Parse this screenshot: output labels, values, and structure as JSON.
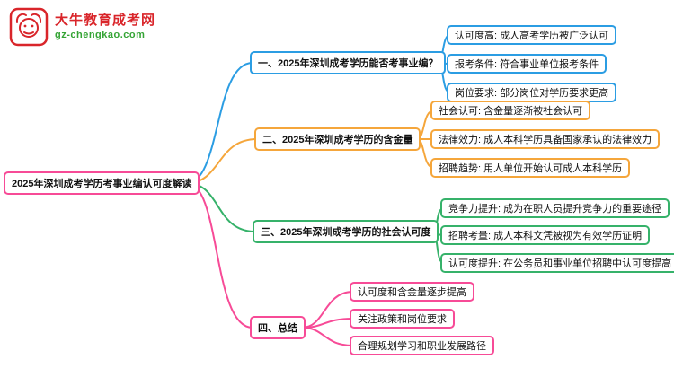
{
  "logo": {
    "title": "大牛教育成考网",
    "domain": "gz-chengkao.com",
    "brand_color": "#d9252a",
    "domain_color": "#35a435"
  },
  "central": {
    "text": "2025年深圳成考学历考事业编认可度解读",
    "color": "#f74b97"
  },
  "branches": [
    {
      "label": "一、2025年深圳成考学历能否考事业编？",
      "color": "#2b9de3",
      "children": [
        "认可度高: 成人高考学历被广泛认可",
        "报考条件: 符合事业单位报考条件",
        "岗位要求: 部分岗位对学历要求更高"
      ]
    },
    {
      "label": "二、2025年深圳成考学历的含金量",
      "color": "#f5a63b",
      "children": [
        "社会认可: 含金量逐渐被社会认可",
        "法律效力: 成人本科学历具备国家承认的法律效力",
        "招聘趋势: 用人单位开始认可成人本科学历"
      ]
    },
    {
      "label": "三、2025年深圳成考学历的社会认可度",
      "color": "#36b26a",
      "children": [
        "竞争力提升: 成为在职人员提升竞争力的重要途径",
        "招聘考量: 成人本科文凭被视为有效学历证明",
        "认可度提升: 在公务员和事业单位招聘中认可度提高"
      ]
    },
    {
      "label": "四、总结",
      "color": "#f74b97",
      "children": [
        "认可度和含金量逐步提高",
        "关注政策和岗位要求",
        "合理规划学习和职业发展路径"
      ]
    }
  ]
}
